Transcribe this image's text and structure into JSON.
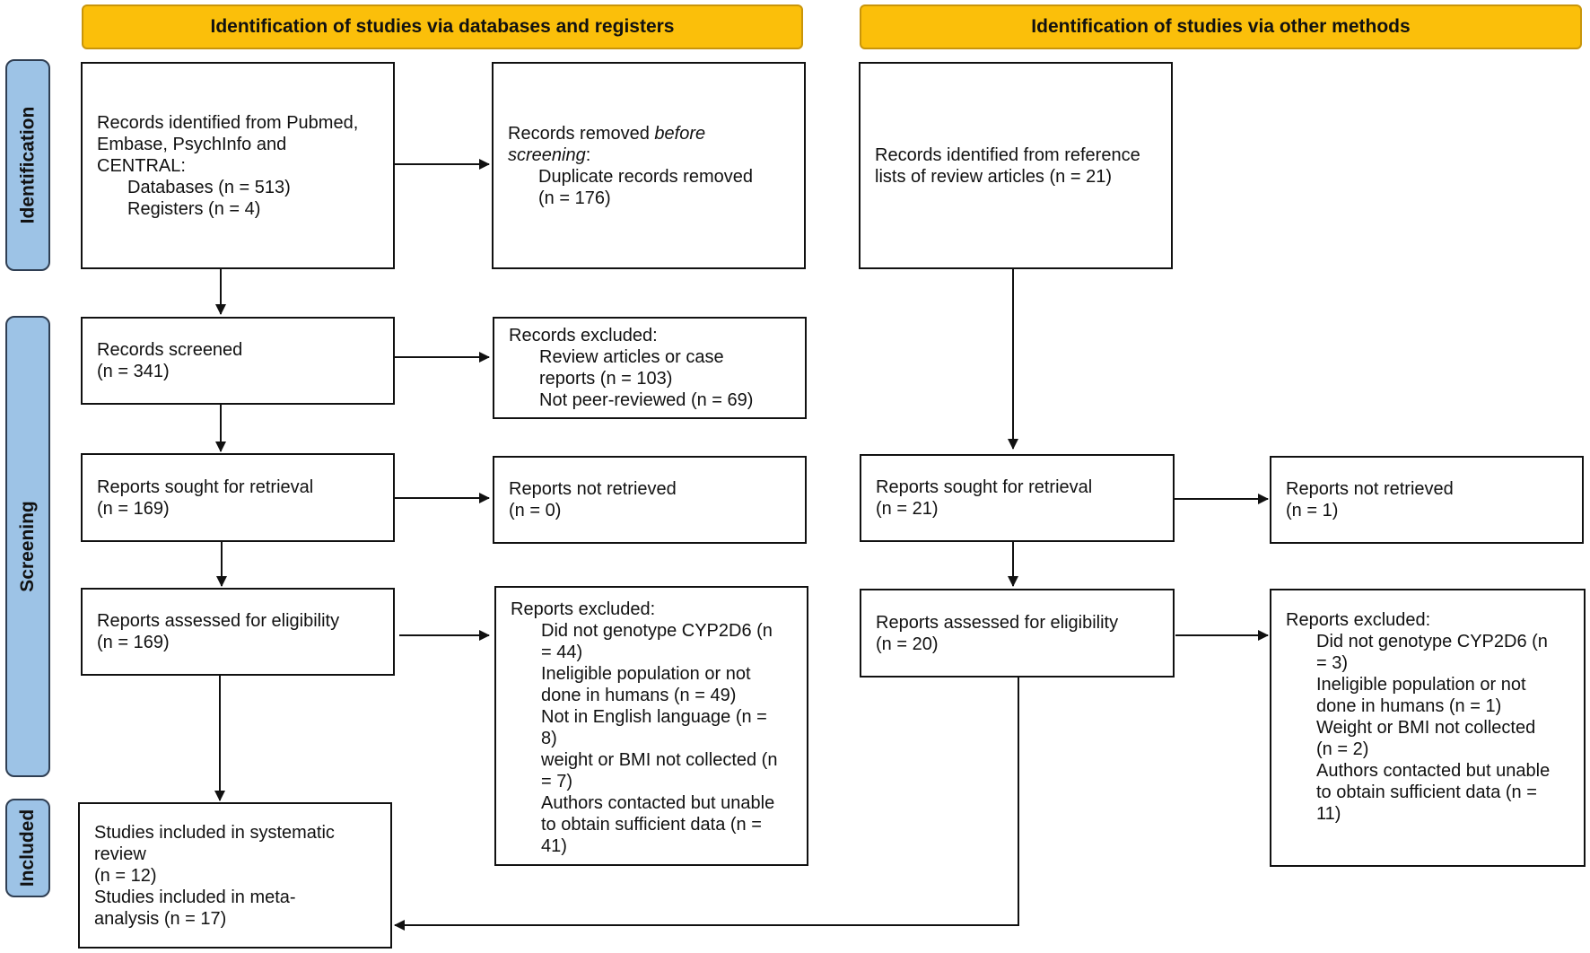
{
  "headers": {
    "left": "Identification of studies via databases and registers",
    "right": "Identification of studies via other methods"
  },
  "phases": {
    "identification": "Identification",
    "screening": "Screening",
    "included": "Included"
  },
  "left": {
    "identified": [
      "Records identified from Pubmed,",
      "Embase, PsychInfo and",
      "CENTRAL:",
      "Databases (n = 513)",
      "Registers (n = 4)"
    ],
    "removed": {
      "pre": "Records removed ",
      "em1": "before",
      "em2": "screening",
      "post": ":",
      "l2": "Duplicate records removed",
      "l3": "(n = 176)"
    },
    "screened": [
      "Records screened",
      "(n = 341)"
    ],
    "excluded": [
      "Records excluded:",
      "Review articles or case",
      "reports (n = 103)",
      "Not peer-reviewed (n = 69)"
    ],
    "sought": [
      "Reports sought for retrieval",
      "(n = 169)"
    ],
    "not_retrieved": [
      "Reports not retrieved",
      "(n = 0)"
    ],
    "assessed": [
      "Reports assessed for eligibility",
      "(n = 169)"
    ],
    "reports_excluded": [
      "Reports excluded:",
      "Did not genotype CYP2D6 (n",
      "= 44)",
      "Ineligible population or not",
      "done in humans (n = 49)",
      "Not in English language (n =",
      "8)",
      "weight or BMI not collected (n",
      "= 7)",
      "Authors contacted but unable",
      "to obtain sufficient data (n =",
      "41)"
    ],
    "included": [
      "Studies included in systematic",
      "review",
      "(n = 12)",
      "Studies included in meta-",
      "analysis (n = 17)"
    ]
  },
  "right": {
    "identified": [
      "Records identified from reference",
      "lists of review articles (n = 21)"
    ],
    "sought": [
      "Reports sought for retrieval",
      "(n = 21)"
    ],
    "not_retrieved": [
      "Reports not retrieved",
      "(n = 1)"
    ],
    "assessed": [
      "Reports assessed for eligibility",
      "(n = 20)"
    ],
    "reports_excluded": [
      "Reports excluded:",
      "Did not genotype CYP2D6 (n",
      "= 3)",
      "Ineligible population or not",
      "done in humans (n = 1)",
      "Weight or BMI not collected",
      "(n = 2)",
      "Authors contacted but unable",
      "to obtain sufficient data (n =",
      "11)"
    ]
  }
}
